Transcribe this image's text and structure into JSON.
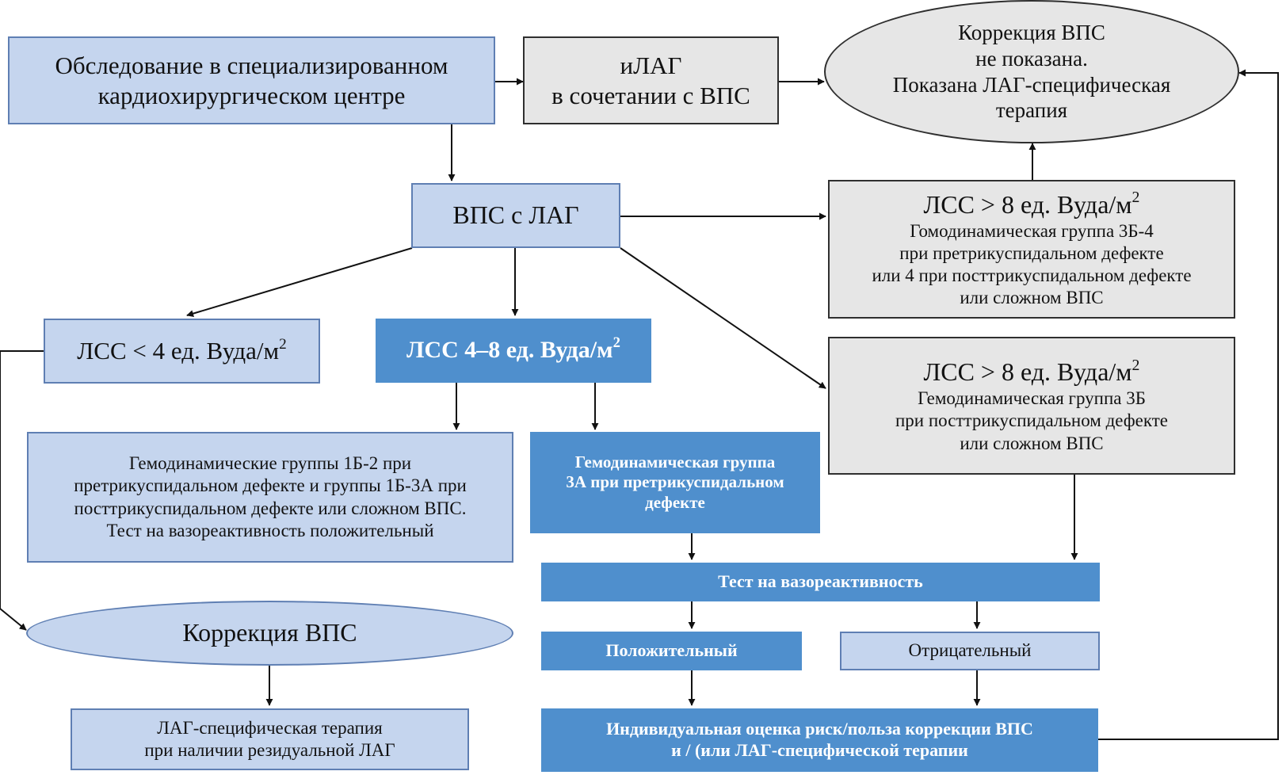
{
  "nodes": {
    "exam": {
      "lines": [
        "Обследование в специализированном",
        "кардиохирургическом центре"
      ]
    },
    "ilag": {
      "lines": [
        "иЛАГ",
        "в сочетании с ВПС"
      ]
    },
    "no_correction": {
      "lines": [
        "Коррекция ВПС",
        "не показана.",
        "Показана ЛАГ-специфическая",
        "терапия"
      ]
    },
    "vps_lag": {
      "lines": [
        "ВПС с ЛАГ"
      ]
    },
    "pvr_gt8_a": {
      "head": "ЛСС > 8 ед. Вуда/м",
      "sup": "2",
      "lines": [
        "Гомодинамическая группа 3Б-4",
        "при претрикуспидальном дефекте",
        "или 4 при посттрикуспидальном дефекте",
        "или сложном ВПС"
      ]
    },
    "pvr_gt8_b": {
      "head": "ЛСС > 8 ед. Вуда/м",
      "sup": "2",
      "lines": [
        "Гемодинамическая группа 3Б",
        "при посттрикуспидальном дефекте",
        "или сложном ВПС"
      ]
    },
    "pvr_lt4": {
      "head": "ЛСС < 4 ед. Вуда/м",
      "sup": "2"
    },
    "pvr_4_8": {
      "head": "ЛСС 4–8 ед. Вуда/м",
      "sup": "2"
    },
    "groups_1b": {
      "lines": [
        "Гемодинамические группы 1Б-2 при",
        "претрикуспидальном дефекте и группы 1Б-3А при",
        "посттрикуспидальном дефекте или сложном ВПС.",
        "Тест на вазореактивность положительный"
      ]
    },
    "group_3a": {
      "lines": [
        "Гемодинамическая группа",
        "3А при претрикуспидальном",
        "дефекте"
      ]
    },
    "vaso_test": {
      "lines": [
        "Тест на вазореактивность"
      ]
    },
    "positive": {
      "lines": [
        "Положительный"
      ]
    },
    "negative": {
      "lines": [
        "Отрицательный"
      ]
    },
    "correction": {
      "lines": [
        "Коррекция ВПС"
      ]
    },
    "residual": {
      "lines": [
        "ЛАГ-специфическая терапия",
        "при наличии резидуальной ЛАГ"
      ]
    },
    "individual": {
      "lines": [
        "Индивидуальная оценка риск/польза коррекции ВПС",
        "и / (или ЛАГ-специфической терапии"
      ]
    }
  },
  "colors": {
    "light_fill": "#c5d5ee",
    "light_border": "#5f7fb3",
    "dark_fill": "#4f8fcd",
    "gray_fill": "#e6e6e6",
    "line": "#111111"
  }
}
